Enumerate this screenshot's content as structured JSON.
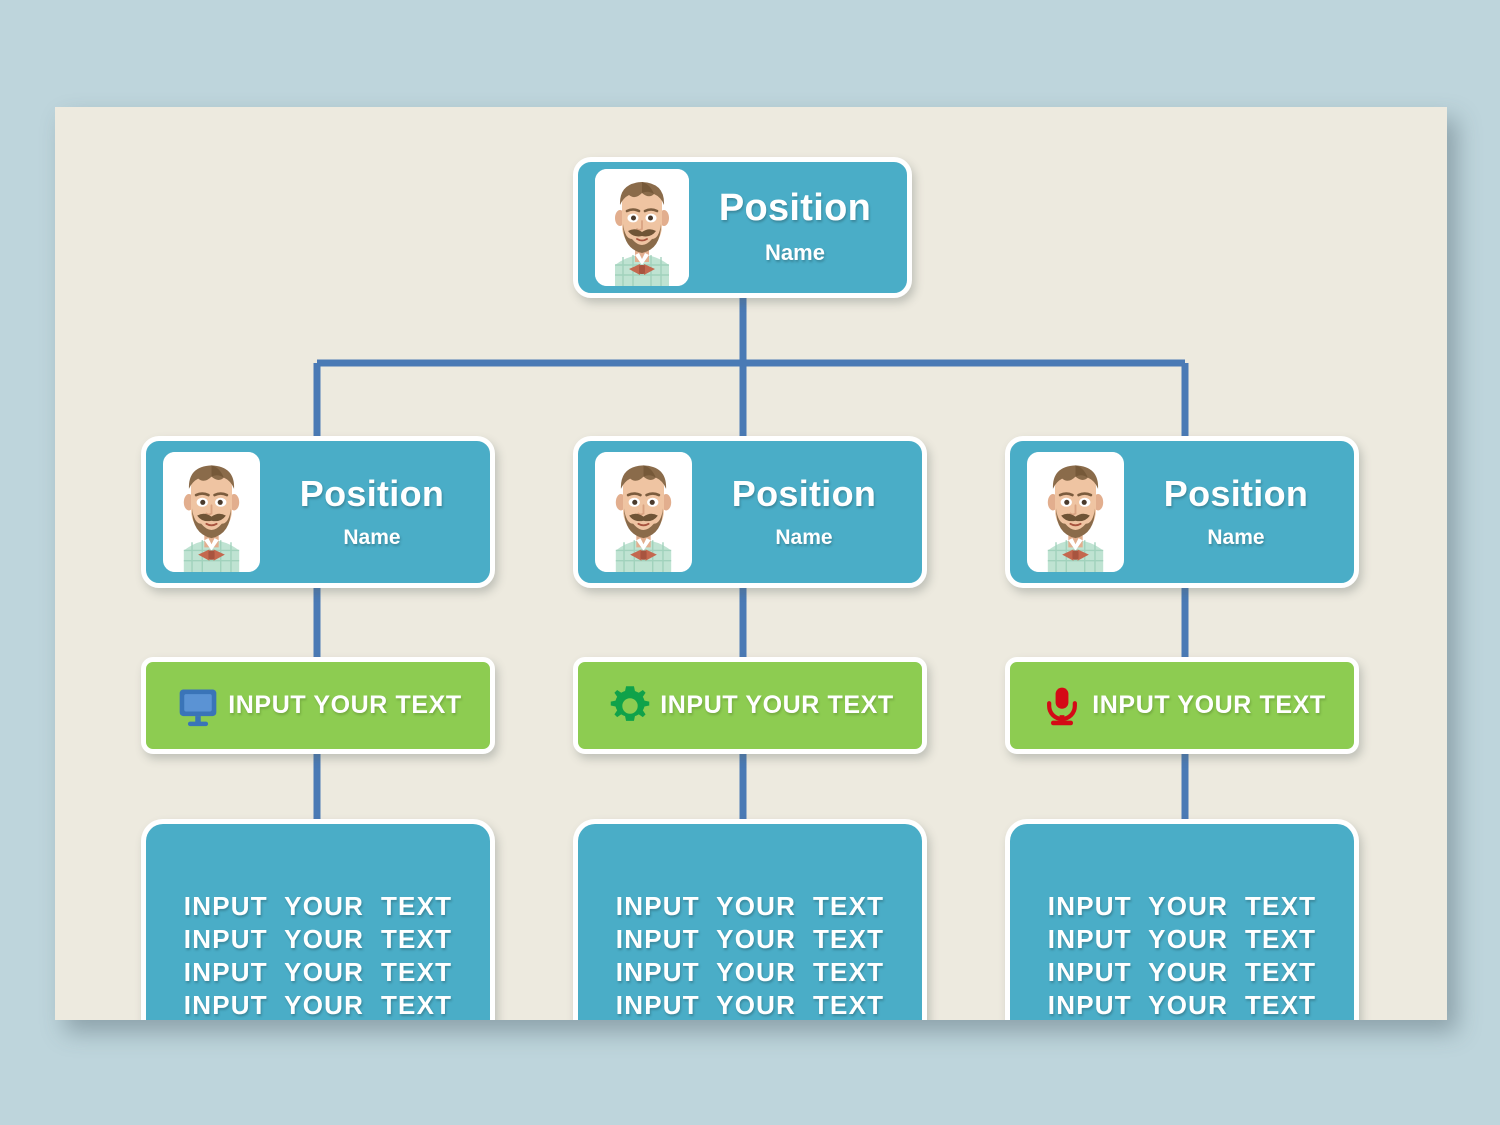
{
  "theme": {
    "page_background": "#bed5dc",
    "slide_background": "#edeadf",
    "card_blue": "#4aadc7",
    "card_green": "#8dcc51",
    "connector_blue": "#4a7ab5",
    "text_white": "#ffffff",
    "icon_monitor_color": "#3a74b8",
    "icon_gear_color": "#0fa24a",
    "icon_microphone_color": "#d40a16"
  },
  "chart_data": {
    "type": "diagram",
    "title": "Organizational Chart Template",
    "layout": "tree",
    "levels": 4,
    "nodes": [
      {
        "id": "root",
        "level": 1,
        "kind": "person-card",
        "position": "Position",
        "name": "Name",
        "avatar": "bearded-man-avatar",
        "color": "#4aadc7"
      },
      {
        "id": "branch-1",
        "level": 2,
        "kind": "person-card",
        "parent": "root",
        "position": "Position",
        "name": "Name",
        "avatar": "bearded-man-avatar",
        "color": "#4aadc7"
      },
      {
        "id": "branch-2",
        "level": 2,
        "kind": "person-card",
        "parent": "root",
        "position": "Position",
        "name": "Name",
        "avatar": "bearded-man-avatar",
        "color": "#4aadc7"
      },
      {
        "id": "branch-3",
        "level": 2,
        "kind": "person-card",
        "parent": "root",
        "position": "Position",
        "name": "Name",
        "avatar": "bearded-man-avatar",
        "color": "#4aadc7"
      },
      {
        "id": "action-1",
        "level": 3,
        "kind": "action-bar",
        "parent": "branch-1",
        "label": "INPUT YOUR TEXT",
        "icon": "monitor-icon",
        "color": "#8dcc51"
      },
      {
        "id": "action-2",
        "level": 3,
        "kind": "action-bar",
        "parent": "branch-2",
        "label": "INPUT YOUR TEXT",
        "icon": "gear-icon",
        "color": "#8dcc51"
      },
      {
        "id": "action-3",
        "level": 3,
        "kind": "action-bar",
        "parent": "branch-3",
        "label": "INPUT YOUR TEXT",
        "icon": "microphone-icon",
        "color": "#8dcc51"
      },
      {
        "id": "panel-1",
        "level": 4,
        "kind": "text-panel",
        "parent": "action-1",
        "lines": [
          "INPUT  YOUR  TEXT",
          "INPUT  YOUR  TEXT",
          "INPUT  YOUR  TEXT",
          "INPUT  YOUR  TEXT"
        ],
        "color": "#4aadc7"
      },
      {
        "id": "panel-2",
        "level": 4,
        "kind": "text-panel",
        "parent": "action-2",
        "lines": [
          "INPUT  YOUR  TEXT",
          "INPUT  YOUR  TEXT",
          "INPUT  YOUR  TEXT",
          "INPUT  YOUR  TEXT"
        ],
        "color": "#4aadc7"
      },
      {
        "id": "panel-3",
        "level": 4,
        "kind": "text-panel",
        "parent": "action-3",
        "lines": [
          "INPUT  YOUR  TEXT",
          "INPUT  YOUR  TEXT",
          "INPUT  YOUR  TEXT",
          "INPUT  YOUR  TEXT"
        ],
        "color": "#4aadc7"
      }
    ]
  },
  "top": {
    "position": "Position",
    "name": "Name"
  },
  "level2": [
    {
      "position": "Position",
      "name": "Name"
    },
    {
      "position": "Position",
      "name": "Name"
    },
    {
      "position": "Position",
      "name": "Name"
    }
  ],
  "actions": [
    {
      "label": "INPUT YOUR TEXT",
      "icon": "monitor-icon"
    },
    {
      "label": "INPUT YOUR TEXT",
      "icon": "gear-icon"
    },
    {
      "label": "INPUT YOUR TEXT",
      "icon": "microphone-icon"
    }
  ],
  "panels": [
    {
      "l0": "INPUT  YOUR  TEXT",
      "l1": "INPUT  YOUR  TEXT",
      "l2": "INPUT  YOUR  TEXT",
      "l3": "INPUT  YOUR  TEXT"
    },
    {
      "l0": "INPUT  YOUR  TEXT",
      "l1": "INPUT  YOUR  TEXT",
      "l2": "INPUT  YOUR  TEXT",
      "l3": "INPUT  YOUR  TEXT"
    },
    {
      "l0": "INPUT  YOUR  TEXT",
      "l1": "INPUT  YOUR  TEXT",
      "l2": "INPUT  YOUR  TEXT",
      "l3": "INPUT  YOUR  TEXT"
    }
  ]
}
